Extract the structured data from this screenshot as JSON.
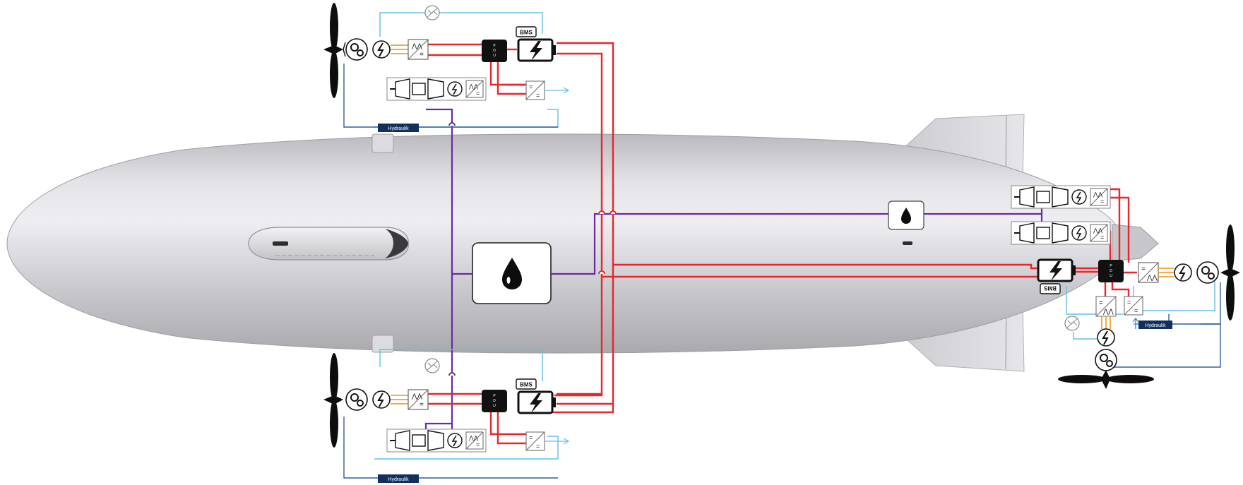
{
  "labels": {
    "hydraulik": "Hydraulik",
    "bms": "BMS",
    "pdu": "PDU"
  },
  "colors": {
    "power_line": "#e8262b",
    "fuel_line": "#6a2aa0",
    "coolant_line": "#67bfe3",
    "hydraulic_line": "#2f5f9e",
    "shaft_line": "#f0a030",
    "hydraulic_label_bg": "#12305e",
    "hull_dark": "#a5a5ab",
    "hull_light": "#e6e6ea",
    "pdu_fill": "#111111"
  },
  "icons": {
    "propeller": "propeller-icon",
    "gearbox": "gearbox-icon",
    "motor": "electric-motor-icon",
    "inverter": "inverter-icon",
    "battery": "battery-icon",
    "bms": "bms-chip-icon",
    "pdu": "power-distribution-unit-icon",
    "turbine": "gas-turbine-icon",
    "fuel_tank": "fuel-drop-icon",
    "heat_exchanger": "heat-exchanger-icon",
    "dcdc": "dc-dc-converter-icon"
  }
}
